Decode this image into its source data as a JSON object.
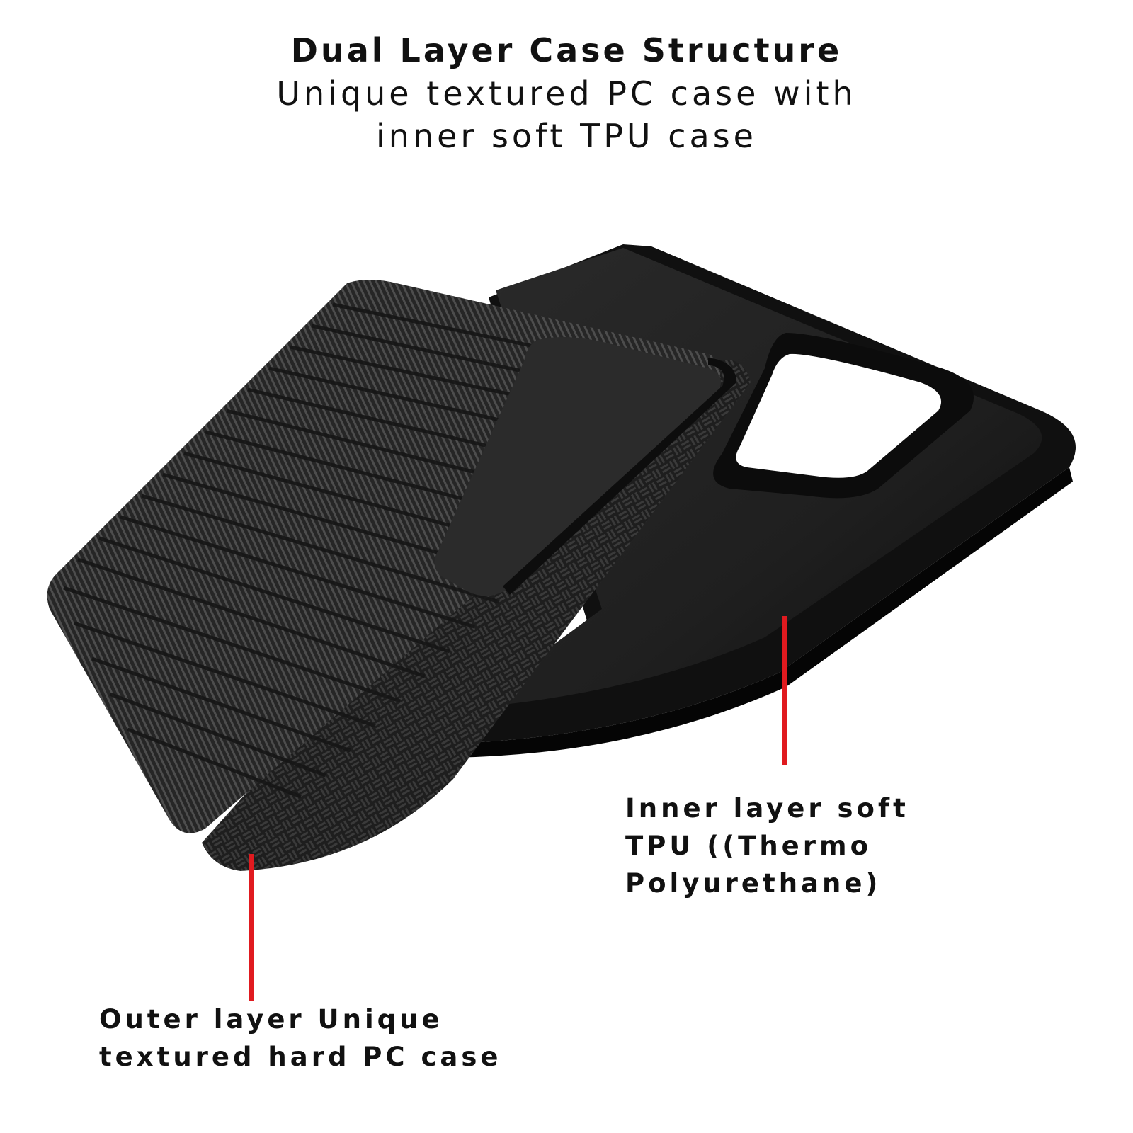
{
  "header": {
    "title": "Dual Layer Case Structure",
    "subtitle_line1": "Unique textured PC case with",
    "subtitle_line2": "inner soft TPU case"
  },
  "callouts": [
    {
      "id": "inner",
      "lines": [
        "Inner layer soft",
        "TPU ((Thermo",
        "Polyurethane)"
      ]
    },
    {
      "id": "outer",
      "lines": [
        "Outer layer Unique",
        "textured hard PC case"
      ]
    }
  ],
  "colors": {
    "callout_line": "#e01a1f",
    "case_dark": "#1b1b1b",
    "case_mid": "#2c2c2c",
    "texture": "#4a4a4a",
    "background": "#ffffff"
  },
  "image": {
    "subject": "phone-case-exploded-view",
    "layers": [
      "inner-tpu-case",
      "outer-textured-pc-case"
    ]
  }
}
